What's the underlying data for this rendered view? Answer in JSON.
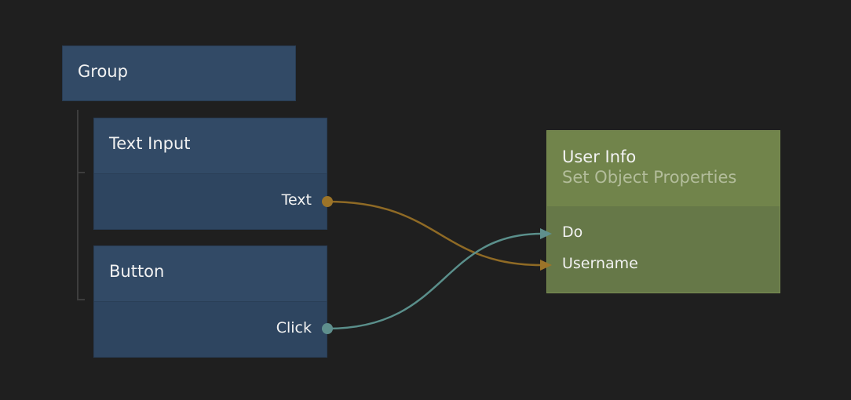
{
  "nodes": {
    "group": {
      "title": "Group"
    },
    "text_input": {
      "title": "Text Input",
      "output_label": "Text"
    },
    "button": {
      "title": "Button",
      "output_label": "Click"
    },
    "user_info": {
      "title": "User Info",
      "subtitle": "Set Object Properties",
      "inputs": [
        "Do",
        "Username"
      ]
    }
  },
  "colors": {
    "background": "#1f1f1f",
    "visual_node": "#324a66",
    "logic_node": "#71844b",
    "data_connection": "#8f6a25",
    "signal_connection": "#5a8f8b",
    "data_port": "#9c7429",
    "signal_port": "#5f8f8d"
  }
}
